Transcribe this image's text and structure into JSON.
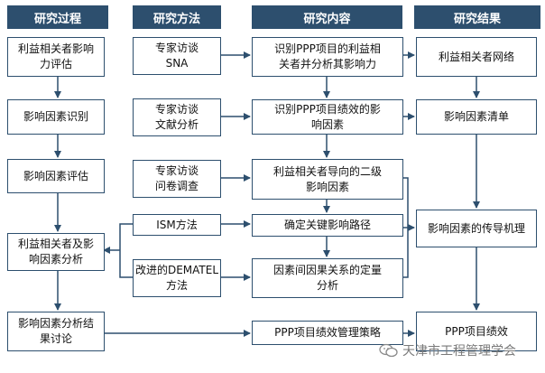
{
  "headers": [
    "研究过程",
    "研究方法",
    "研究内容",
    "研究结果"
  ],
  "process": [
    [
      "利益相关者影响",
      "力评估"
    ],
    [
      "影响因素识别"
    ],
    [
      "影响因素评估"
    ],
    [
      "利益相关者及影",
      "响因素分析"
    ],
    [
      "影响因素分析结",
      "果讨论"
    ]
  ],
  "methods": [
    [
      "专家访谈",
      "SNA"
    ],
    [
      "专家访谈",
      "文献分析"
    ],
    [
      "专家访谈",
      "问卷调查"
    ],
    [
      "ISM方法"
    ],
    [
      "改进的DEMATEL",
      "方法"
    ]
  ],
  "content": [
    [
      "识别PPP项目的利益相",
      "关者并分析其影响力"
    ],
    [
      "识别PPP项目绩效的影",
      "响因素"
    ],
    [
      "利益相关者导向的二级",
      "影响因素"
    ],
    [
      "确定关键影响路径"
    ],
    [
      "因素间因果关系的定量",
      "分析"
    ],
    [
      "PPP项目绩效管理策略"
    ]
  ],
  "results": [
    [
      "利益相关者网络"
    ],
    [
      "影响因素清单"
    ],
    [
      "影响因素的传导机理"
    ],
    [
      "PPP项目绩效"
    ]
  ],
  "watermark": "天津市工程管理学会",
  "colors": {
    "header_bg": "#2d4f6e",
    "border": "#2d4f6e",
    "arrow": "#2d4f6e"
  }
}
